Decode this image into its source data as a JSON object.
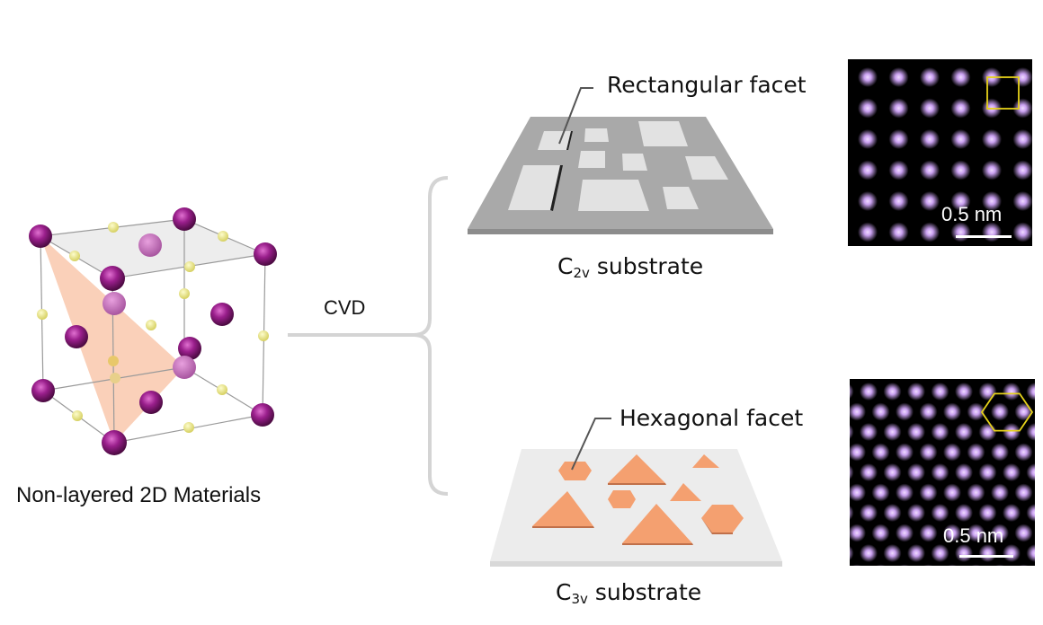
{
  "figure": {
    "left_panel": {
      "caption": "Non-layered 2D Materials",
      "atoms": {
        "metal_color": "#8b1a7e",
        "anion_color": "#f0ee8a",
        "plane_color": "#f7b08a"
      }
    },
    "process": {
      "label": "CVD",
      "bracket_color": "#d4d4d4"
    },
    "top_branch": {
      "callout": "Rectangular facet",
      "substrate_prefix": "C",
      "substrate_sub": "2v",
      "substrate_suffix": " substrate",
      "substrate_color": "#a8a8a8",
      "facet_color": "#e0e0e0",
      "stem_image": {
        "scale_bar": "0.5 nm",
        "lattice": "square",
        "overlay_shape": "square",
        "overlay_color": "#e6d21a",
        "atom_color": "#c9a0f0"
      }
    },
    "bottom_branch": {
      "callout": "Hexagonal facet",
      "substrate_prefix": "C",
      "substrate_sub": "3v",
      "substrate_suffix": " substrate",
      "substrate_color": "#ececec",
      "facet_color": "#f4a070",
      "stem_image": {
        "scale_bar": "0.5 nm",
        "lattice": "hexagonal",
        "overlay_shape": "hexagon",
        "overlay_color": "#e6d21a",
        "atom_color": "#c9a0f0"
      }
    }
  }
}
